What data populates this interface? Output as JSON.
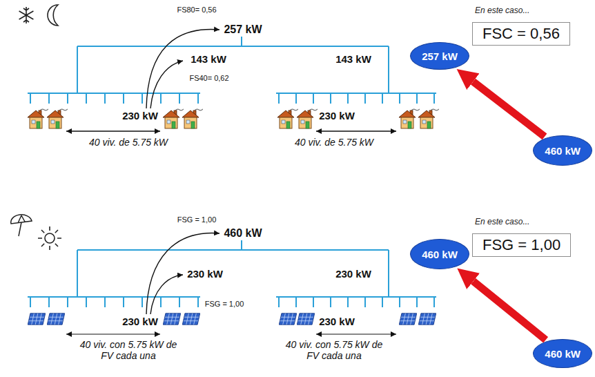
{
  "diagram": {
    "nodes": [
      {
        "text": [
          "257 kW"
        ]
      },
      {
        "text": [
          "En este caso...",
          "FSC = 0,56"
        ]
      },
      {
        "text": [
          "460 kW"
        ]
      },
      {
        "text": [
          "460 kW"
        ]
      },
      {
        "text": [
          "En este caso...",
          "FSG = 1,00"
        ]
      },
      {
        "text": [
          "460 kW"
        ]
      }
    ],
    "edges": [
      {
        "from": 2,
        "to": 0,
        "arrow": "to"
      },
      {
        "from": 5,
        "to": 3,
        "arrow": "to"
      }
    ],
    "labels": [
      "FS80= 0,56",
      "257 kW",
      "143 kW",
      "143 kW",
      "FS40= 0,62",
      "230 kW",
      "230 kW",
      "40 viv. de 5.75 kW",
      "40 viv. de 5.75 kW",
      "FSG = 1,00",
      "460 kW",
      "230 kW",
      "230 kW",
      "FSG = 1,00",
      "230 kW",
      "230 kW",
      "40 viv. con 5.75 kW de FV cada una",
      "40 viv. con 5.75 kW de FV cada una"
    ]
  }
}
